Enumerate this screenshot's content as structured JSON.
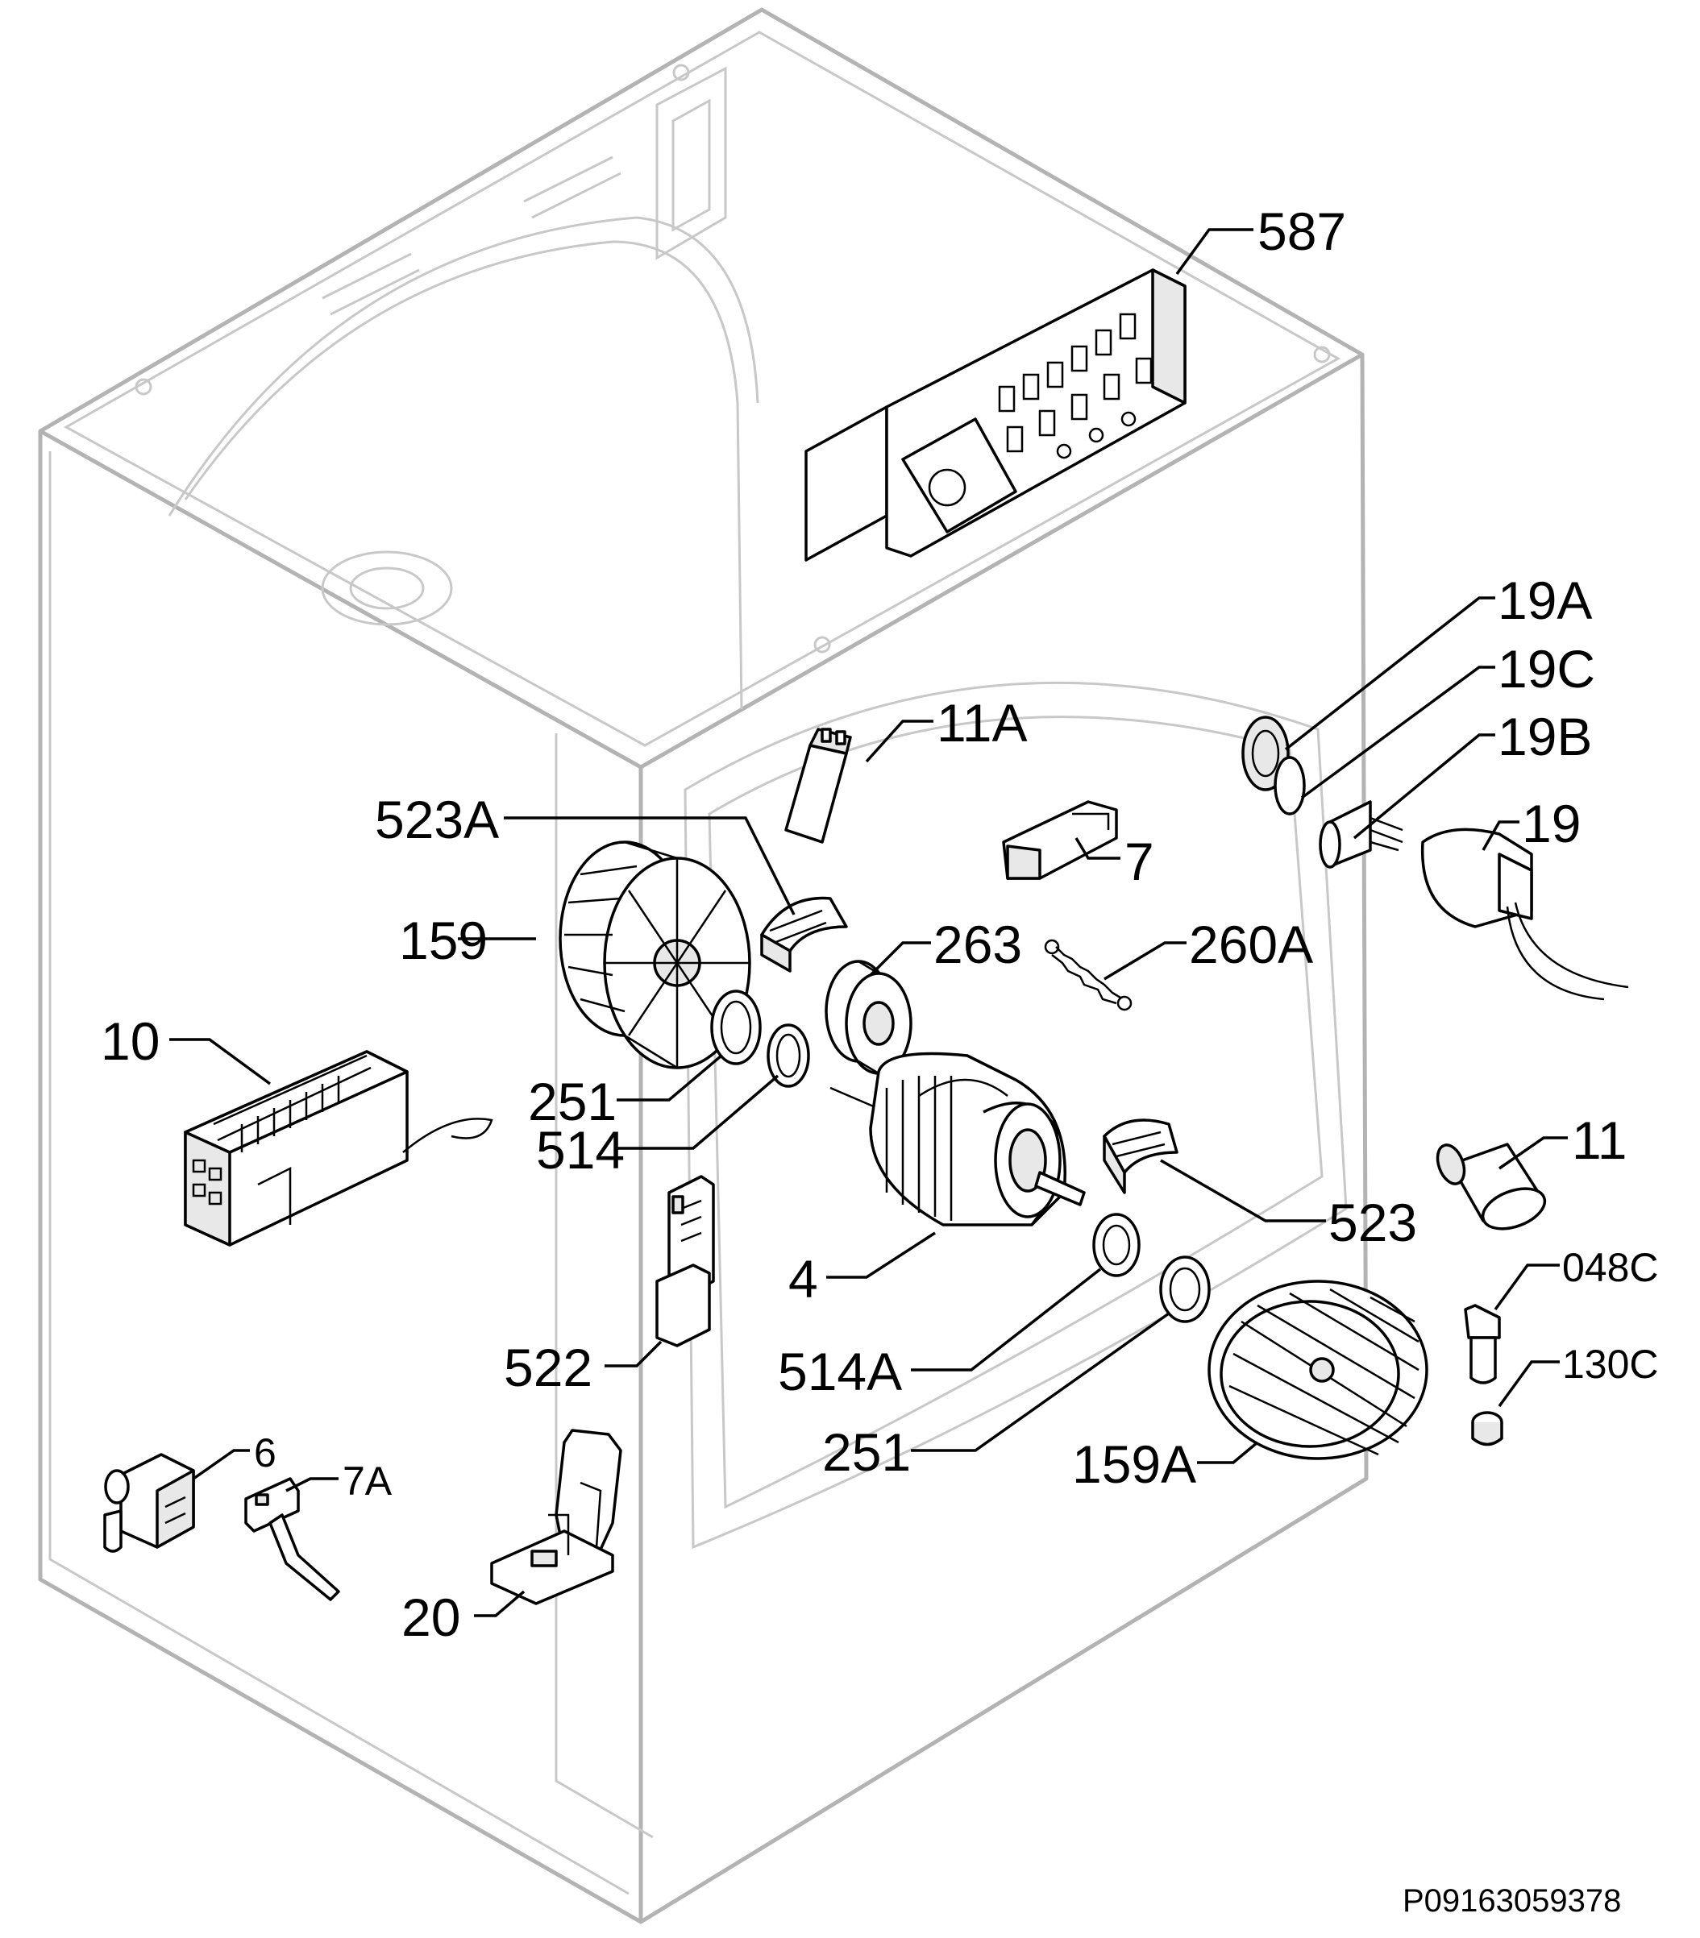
{
  "diagram": {
    "reference_code": "P09163059378",
    "callouts": [
      {
        "id": "587",
        "label": "587"
      },
      {
        "id": "19A",
        "label": "19A"
      },
      {
        "id": "19C",
        "label": "19C"
      },
      {
        "id": "19B",
        "label": "19B"
      },
      {
        "id": "19",
        "label": "19"
      },
      {
        "id": "11A",
        "label": "11A"
      },
      {
        "id": "523A",
        "label": "523A"
      },
      {
        "id": "7",
        "label": "7"
      },
      {
        "id": "159",
        "label": "159"
      },
      {
        "id": "263",
        "label": "263"
      },
      {
        "id": "260A",
        "label": "260A"
      },
      {
        "id": "10",
        "label": "10"
      },
      {
        "id": "251a",
        "label": "251"
      },
      {
        "id": "514",
        "label": "514"
      },
      {
        "id": "11",
        "label": "11"
      },
      {
        "id": "523",
        "label": "523"
      },
      {
        "id": "4",
        "label": "4"
      },
      {
        "id": "048C",
        "label": "048C"
      },
      {
        "id": "514A",
        "label": "514A"
      },
      {
        "id": "522",
        "label": "522"
      },
      {
        "id": "130C",
        "label": "130C"
      },
      {
        "id": "251b",
        "label": "251"
      },
      {
        "id": "159A",
        "label": "159A"
      },
      {
        "id": "6",
        "label": "6"
      },
      {
        "id": "7A",
        "label": "7A"
      },
      {
        "id": "20",
        "label": "20"
      }
    ]
  }
}
